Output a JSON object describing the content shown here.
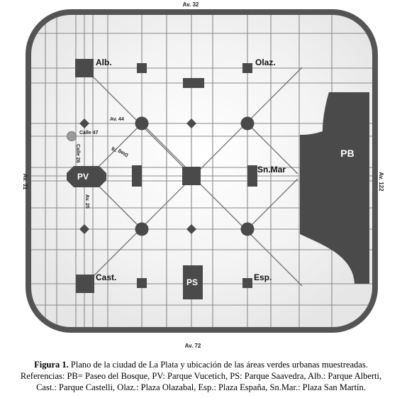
{
  "map": {
    "avenues": {
      "north": "Av. 32",
      "south": "Av. 72",
      "west": "Av. 31",
      "east": "Av. 122"
    },
    "streets": {
      "av44": "Av. 44",
      "calle47": "Calle 47",
      "calle26": "Calle 26",
      "diag78": "Diag 78",
      "av25": "Av. 25"
    },
    "areas": {
      "pb": "PB",
      "pv": "PV",
      "ps": "PS",
      "alb": "Alb.",
      "olaz": "Olaz.",
      "cast": "Cast.",
      "esp": "Esp.",
      "snmar": "Sn.Mar"
    }
  },
  "caption": {
    "title": "Figura 1.",
    "line1": "Plano de la ciudad de La Plata y ubicación de las áreas verdes urbanas muestreadas.",
    "line2": "Referencias: PB= Paseo del Bosque, PV: Parque Vucetich, PS: Parque Saavedra, Alb.: Parque Alberti,",
    "line3": "Cast.: Parque Castelli, Olaz.: Plaza Olazabal, Esp.: Plaza España, Sn.Mar.: Plaza San Martín."
  }
}
